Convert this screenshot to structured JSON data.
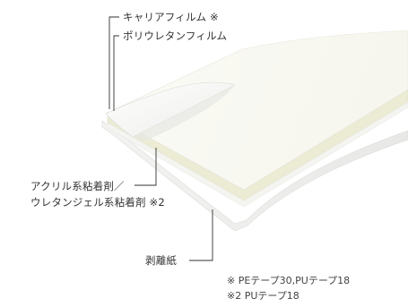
{
  "labels": {
    "carrier_film": "キャリアフィルム ※",
    "pu_film": "ポリウレタンフィルム",
    "adhesive_line1": "アクリル系粘着剤／",
    "adhesive_line2": "ウレタンジェル系粘着剤 ※2",
    "release_paper": "剥離紙"
  },
  "notes": {
    "note1": "※  PEテープ30,PUテープ18",
    "note2": "※2  PUテープ18"
  }
}
